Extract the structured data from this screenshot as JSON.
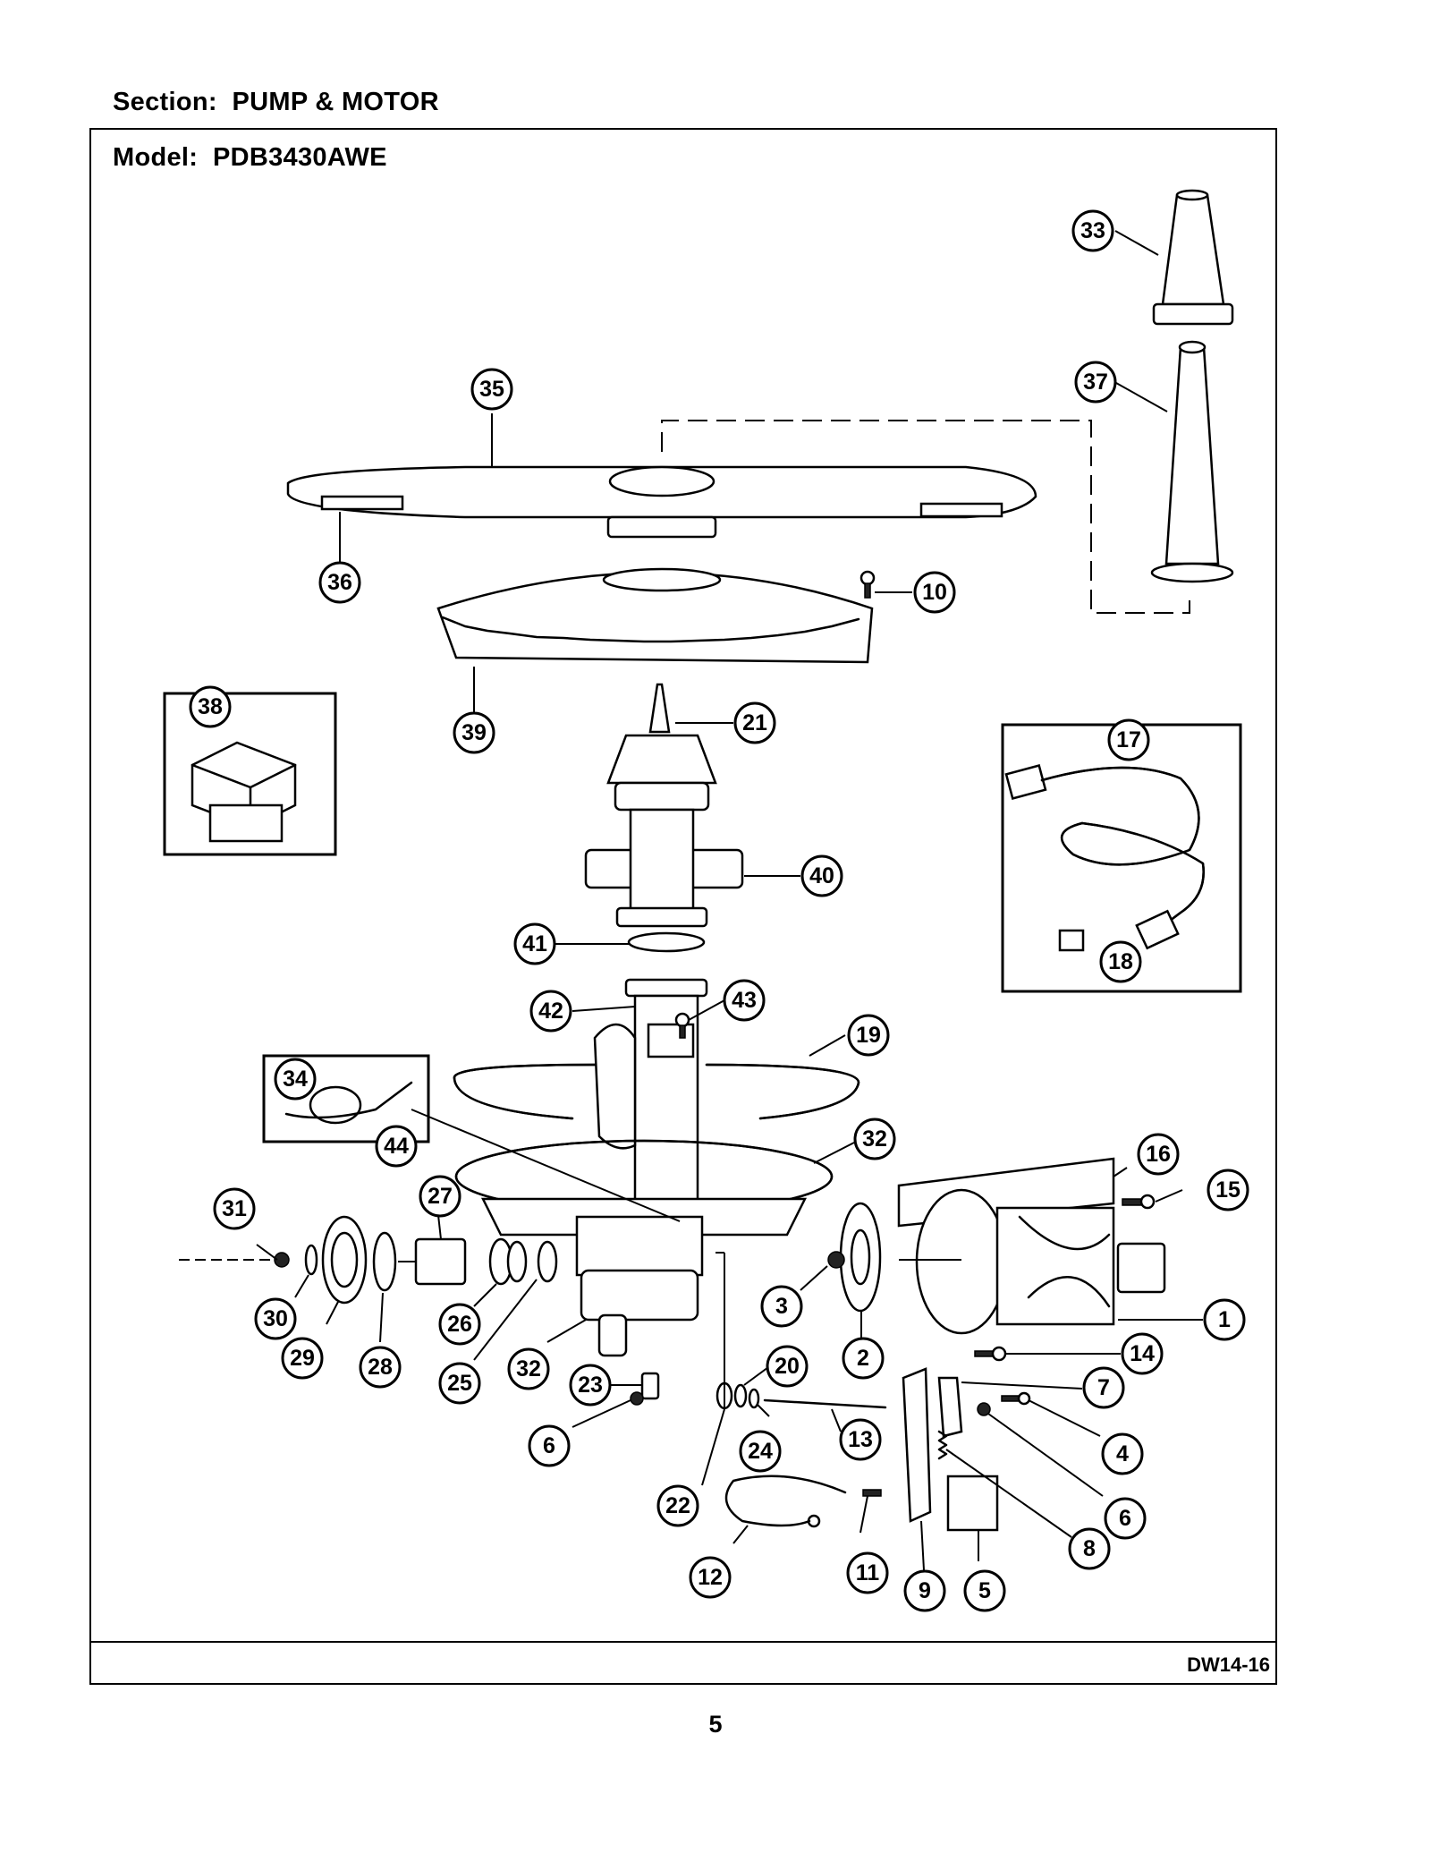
{
  "header": {
    "section_label": "Section:",
    "section_value": "PUMP & MOTOR",
    "model_label": "Model:",
    "model_value": "PDB3430AWE"
  },
  "footer": {
    "drawing_code": "DW14-16",
    "page_number": "5"
  },
  "callouts": [
    "1",
    "2",
    "3",
    "4",
    "5",
    "6",
    "6",
    "7",
    "8",
    "9",
    "10",
    "11",
    "12",
    "13",
    "14",
    "15",
    "16",
    "17",
    "18",
    "19",
    "20",
    "21",
    "22",
    "23",
    "24",
    "25",
    "26",
    "27",
    "28",
    "29",
    "30",
    "31",
    "32",
    "32",
    "33",
    "34",
    "35",
    "36",
    "37",
    "38",
    "39",
    "40",
    "41",
    "42",
    "43",
    "44"
  ]
}
